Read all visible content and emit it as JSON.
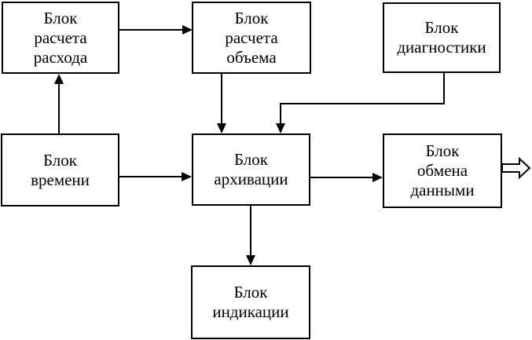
{
  "diagram": {
    "title": "",
    "blocks": [
      {
        "id": "flow-calc",
        "label": "Блок\nрасчета\nрасхода"
      },
      {
        "id": "volume-calc",
        "label": "Блок\nрасчета\nобъема"
      },
      {
        "id": "diagnostics",
        "label": "Блок\nдиагностики"
      },
      {
        "id": "time",
        "label": "Блок\nвремени"
      },
      {
        "id": "archive",
        "label": "Блок\nархивации"
      },
      {
        "id": "data-exchange",
        "label": "Блок\nобмена\nданными"
      },
      {
        "id": "indication",
        "label": "Блок\nиндикации"
      }
    ],
    "connections": [
      {
        "from": "flow-calc",
        "to": "volume-calc",
        "type": "solid-arrow"
      },
      {
        "from": "time",
        "to": "flow-calc",
        "type": "solid-arrow"
      },
      {
        "from": "volume-calc",
        "to": "archive",
        "type": "solid-arrow"
      },
      {
        "from": "diagnostics",
        "to": "archive",
        "type": "solid-arrow-elbow"
      },
      {
        "from": "time",
        "to": "archive",
        "type": "solid-arrow"
      },
      {
        "from": "archive",
        "to": "data-exchange",
        "type": "solid-arrow"
      },
      {
        "from": "archive",
        "to": "indication",
        "type": "solid-arrow"
      },
      {
        "from": "data-exchange",
        "to": "external-output",
        "type": "hollow-arrow"
      }
    ],
    "colors": {
      "line": "#000000",
      "background": "#ffffff",
      "box_fill": "#ffffff"
    }
  }
}
